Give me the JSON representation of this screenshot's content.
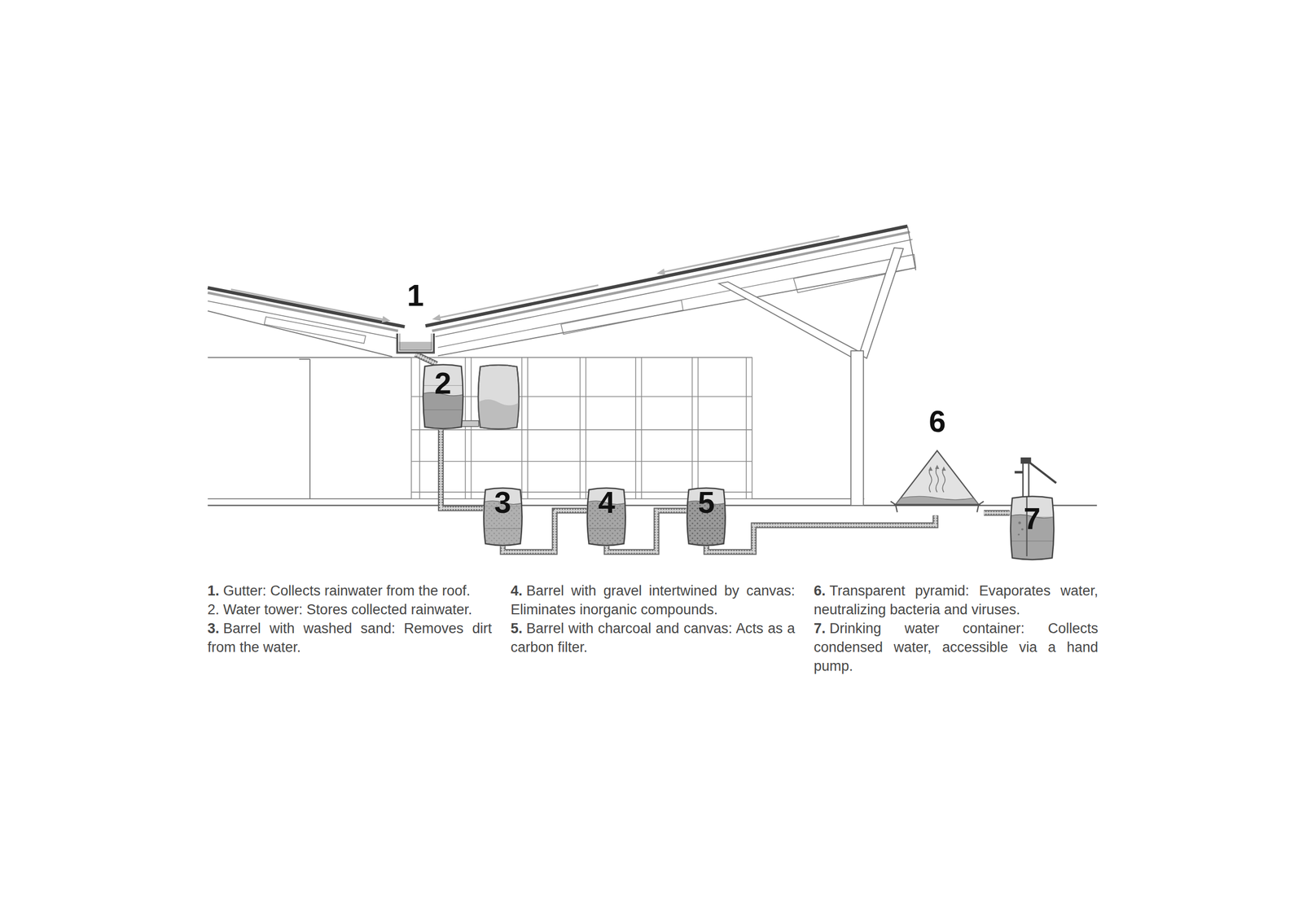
{
  "diagram": {
    "nodes": [
      {
        "text": [
          "1"
        ]
      },
      {
        "text": [
          "2"
        ]
      },
      {
        "text": [
          "3"
        ]
      },
      {
        "text": [
          "4"
        ]
      },
      {
        "text": [
          "5"
        ]
      },
      {
        "text": [
          "6"
        ]
      },
      {
        "text": [
          "7"
        ]
      }
    ],
    "edges": [
      {
        "from": 0,
        "to": 1,
        "arrow": "none"
      },
      {
        "from": 1,
        "to": 2,
        "arrow": "none"
      },
      {
        "from": 2,
        "to": 3,
        "arrow": "none"
      },
      {
        "from": 3,
        "to": 4,
        "arrow": "none"
      },
      {
        "from": 4,
        "to": 5,
        "arrow": "none"
      },
      {
        "from": 5,
        "to": 6,
        "arrow": "none"
      }
    ],
    "labels": [
      "1.",
      "Gutter: Collects rainwater from the roof.",
      "2.",
      "Water tower: Stores collected rainwater.",
      "3.",
      "Barrel with washed sand: Removes dirt from the water.",
      "4.",
      "Barrel with gravel intertwined by canvas: Eliminates inorganic compounds.",
      "5.",
      "Barrel with charcoal and canvas: Acts as a carbon filter.",
      "6.",
      "Transparent pyramid: Evaporates water, neutralizing bacteria and viruses.",
      "7.",
      "Drinking water container: Collects condensed water, accessible via a hand pump."
    ]
  }
}
